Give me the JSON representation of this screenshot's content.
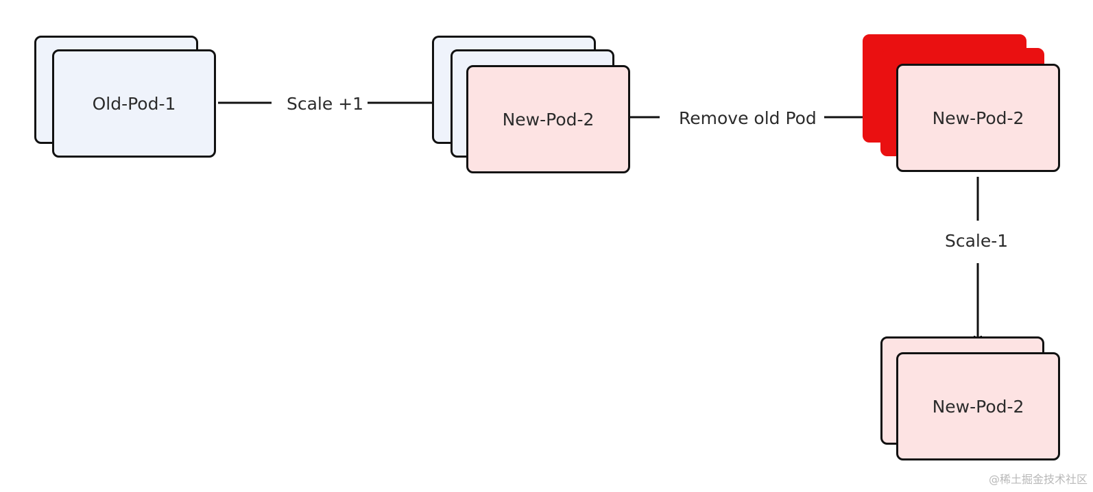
{
  "diagram": {
    "colors": {
      "old_fill": "#eff3fb",
      "new_fill": "#fde3e3",
      "removed_fill": "#ea1011",
      "stroke": "#111111",
      "text": "#2b2b2b",
      "watermark": "#b8b8b8"
    },
    "nodes": {
      "old_group_label": "Old-Pod-1",
      "mid_group_label": "New-Pod-2",
      "right_group_label": "New-Pod-2",
      "bottom_group_label": "New-Pod-2"
    },
    "edges": {
      "scale_up_label": "Scale +1",
      "remove_label": "Remove old Pod",
      "scale_down_label": "Scale-1"
    }
  },
  "watermark": "@稀土掘金技术社区"
}
